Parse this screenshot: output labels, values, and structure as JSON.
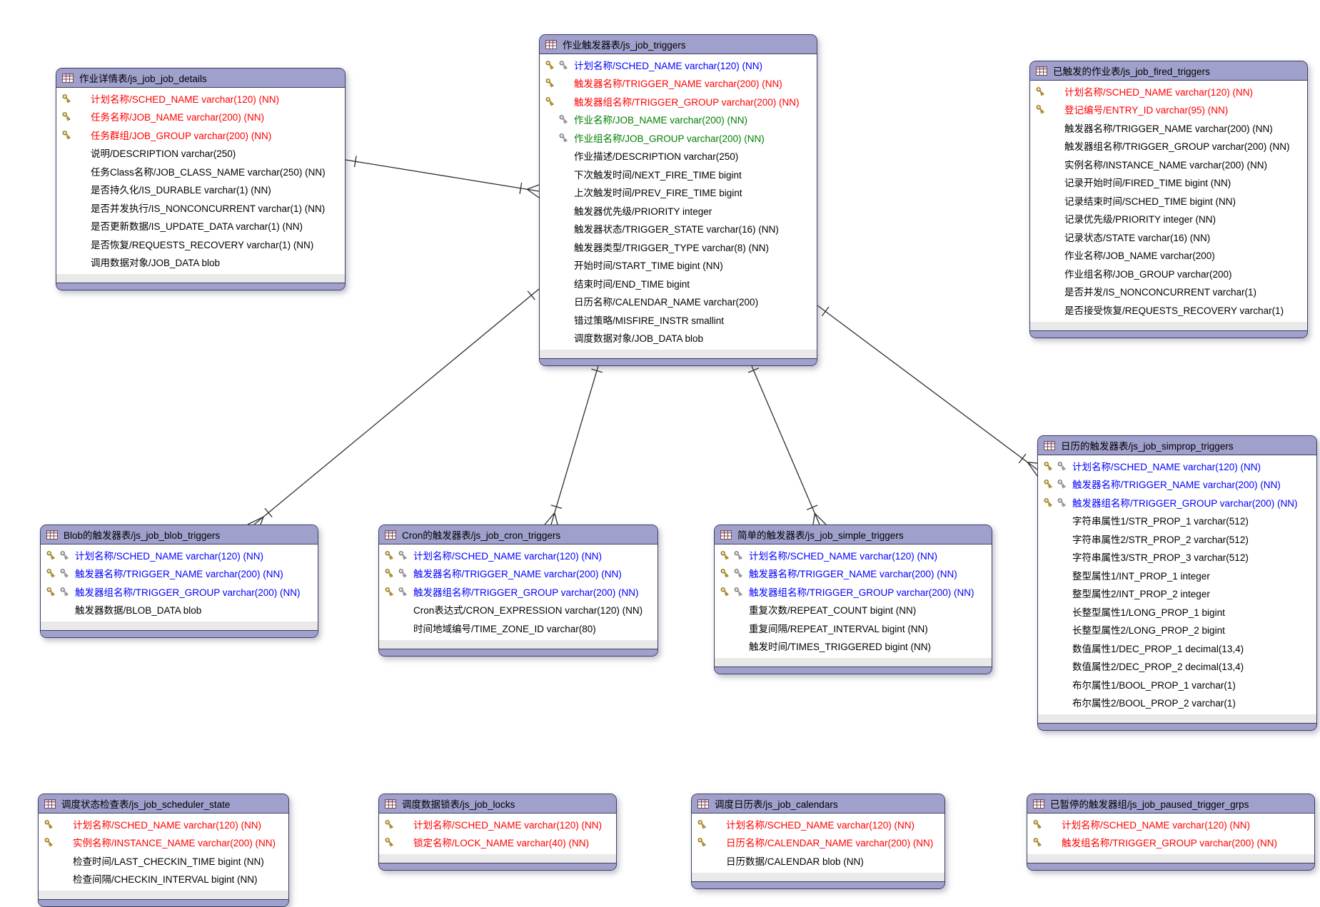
{
  "diagram": {
    "kind": "entity-relationship-diagram",
    "tables": [
      {
        "id": "js_job_job_details",
        "title": "作业详情表/js_job_job_details",
        "fields": [
          {
            "text": "计划名称/SCHED_NAME varchar(120) (NN)",
            "keys": "pk",
            "color": "red"
          },
          {
            "text": "任务名称/JOB_NAME varchar(200) (NN)",
            "keys": "pk",
            "color": "red"
          },
          {
            "text": "任务群组/JOB_GROUP varchar(200) (NN)",
            "keys": "pk",
            "color": "red"
          },
          {
            "text": "说明/DESCRIPTION varchar(250)",
            "keys": "none",
            "color": "black"
          },
          {
            "text": "任务Class名称/JOB_CLASS_NAME varchar(250) (NN)",
            "keys": "none",
            "color": "black"
          },
          {
            "text": "是否持久化/IS_DURABLE varchar(1) (NN)",
            "keys": "none",
            "color": "black"
          },
          {
            "text": "是否并发执行/IS_NONCONCURRENT varchar(1) (NN)",
            "keys": "none",
            "color": "black"
          },
          {
            "text": "是否更新数据/IS_UPDATE_DATA varchar(1) (NN)",
            "keys": "none",
            "color": "black"
          },
          {
            "text": "是否恢复/REQUESTS_RECOVERY varchar(1) (NN)",
            "keys": "none",
            "color": "black"
          },
          {
            "text": "调用数据对象/JOB_DATA blob",
            "keys": "none",
            "color": "black"
          }
        ]
      },
      {
        "id": "js_job_triggers",
        "title": "作业触发器表/js_job_triggers",
        "fields": [
          {
            "text": "计划名称/SCHED_NAME varchar(120) (NN)",
            "keys": "pkfk",
            "color": "blue"
          },
          {
            "text": "触发器名称/TRIGGER_NAME varchar(200) (NN)",
            "keys": "pk",
            "color": "red"
          },
          {
            "text": "触发器组名称/TRIGGER_GROUP varchar(200) (NN)",
            "keys": "pk",
            "color": "red"
          },
          {
            "text": "作业名称/JOB_NAME varchar(200) (NN)",
            "keys": "fk",
            "color": "green"
          },
          {
            "text": "作业组名称/JOB_GROUP varchar(200) (NN)",
            "keys": "fk",
            "color": "green"
          },
          {
            "text": "作业描述/DESCRIPTION varchar(250)",
            "keys": "none",
            "color": "black"
          },
          {
            "text": "下次触发时间/NEXT_FIRE_TIME bigint",
            "keys": "none",
            "color": "black"
          },
          {
            "text": "上次触发时间/PREV_FIRE_TIME bigint",
            "keys": "none",
            "color": "black"
          },
          {
            "text": "触发器优先级/PRIORITY integer",
            "keys": "none",
            "color": "black"
          },
          {
            "text": "触发器状态/TRIGGER_STATE varchar(16) (NN)",
            "keys": "none",
            "color": "black"
          },
          {
            "text": "触发器类型/TRIGGER_TYPE varchar(8) (NN)",
            "keys": "none",
            "color": "black"
          },
          {
            "text": "开始时间/START_TIME bigint (NN)",
            "keys": "none",
            "color": "black"
          },
          {
            "text": "结束时间/END_TIME bigint",
            "keys": "none",
            "color": "black"
          },
          {
            "text": "日历名称/CALENDAR_NAME varchar(200)",
            "keys": "none",
            "color": "black"
          },
          {
            "text": "错过策略/MISFIRE_INSTR smallint",
            "keys": "none",
            "color": "black"
          },
          {
            "text": "调度数据对象/JOB_DATA blob",
            "keys": "none",
            "color": "black"
          }
        ]
      },
      {
        "id": "js_job_fired_triggers",
        "title": "已触发的作业表/js_job_fired_triggers",
        "fields": [
          {
            "text": "计划名称/SCHED_NAME varchar(120) (NN)",
            "keys": "pk",
            "color": "red"
          },
          {
            "text": "登记编号/ENTRY_ID varchar(95) (NN)",
            "keys": "pk",
            "color": "red"
          },
          {
            "text": "触发器名称/TRIGGER_NAME varchar(200) (NN)",
            "keys": "none",
            "color": "black"
          },
          {
            "text": "触发器组名称/TRIGGER_GROUP varchar(200) (NN)",
            "keys": "none",
            "color": "black"
          },
          {
            "text": "实例名称/INSTANCE_NAME varchar(200) (NN)",
            "keys": "none",
            "color": "black"
          },
          {
            "text": "记录开始时间/FIRED_TIME bigint (NN)",
            "keys": "none",
            "color": "black"
          },
          {
            "text": "记录结束时间/SCHED_TIME bigint (NN)",
            "keys": "none",
            "color": "black"
          },
          {
            "text": "记录优先级/PRIORITY integer (NN)",
            "keys": "none",
            "color": "black"
          },
          {
            "text": "记录状态/STATE varchar(16) (NN)",
            "keys": "none",
            "color": "black"
          },
          {
            "text": "作业名称/JOB_NAME varchar(200)",
            "keys": "none",
            "color": "black"
          },
          {
            "text": "作业组名称/JOB_GROUP varchar(200)",
            "keys": "none",
            "color": "black"
          },
          {
            "text": "是否并发/IS_NONCONCURRENT varchar(1)",
            "keys": "none",
            "color": "black"
          },
          {
            "text": "是否接受恢复/REQUESTS_RECOVERY varchar(1)",
            "keys": "none",
            "color": "black"
          }
        ]
      },
      {
        "id": "js_job_simprop_triggers",
        "title": "日历的触发器表/js_job_simprop_triggers",
        "fields": [
          {
            "text": "计划名称/SCHED_NAME varchar(120) (NN)",
            "keys": "pkfk",
            "color": "blue"
          },
          {
            "text": "触发器名称/TRIGGER_NAME varchar(200) (NN)",
            "keys": "pkfk",
            "color": "blue"
          },
          {
            "text": "触发器组名称/TRIGGER_GROUP varchar(200) (NN)",
            "keys": "pkfk",
            "color": "blue"
          },
          {
            "text": "字符串属性1/STR_PROP_1 varchar(512)",
            "keys": "none",
            "color": "black"
          },
          {
            "text": "字符串属性2/STR_PROP_2 varchar(512)",
            "keys": "none",
            "color": "black"
          },
          {
            "text": "字符串属性3/STR_PROP_3 varchar(512)",
            "keys": "none",
            "color": "black"
          },
          {
            "text": "整型属性1/INT_PROP_1 integer",
            "keys": "none",
            "color": "black"
          },
          {
            "text": "整型属性2/INT_PROP_2 integer",
            "keys": "none",
            "color": "black"
          },
          {
            "text": "长整型属性1/LONG_PROP_1 bigint",
            "keys": "none",
            "color": "black"
          },
          {
            "text": "长整型属性2/LONG_PROP_2 bigint",
            "keys": "none",
            "color": "black"
          },
          {
            "text": "数值属性1/DEC_PROP_1 decimal(13,4)",
            "keys": "none",
            "color": "black"
          },
          {
            "text": "数值属性2/DEC_PROP_2 decimal(13,4)",
            "keys": "none",
            "color": "black"
          },
          {
            "text": "布尔属性1/BOOL_PROP_1 varchar(1)",
            "keys": "none",
            "color": "black"
          },
          {
            "text": "布尔属性2/BOOL_PROP_2 varchar(1)",
            "keys": "none",
            "color": "black"
          }
        ]
      },
      {
        "id": "js_job_blob_triggers",
        "title": "Blob的触发器表/js_job_blob_triggers",
        "fields": [
          {
            "text": "计划名称/SCHED_NAME varchar(120) (NN)",
            "keys": "pkfk",
            "color": "blue"
          },
          {
            "text": "触发器名称/TRIGGER_NAME varchar(200) (NN)",
            "keys": "pkfk",
            "color": "blue"
          },
          {
            "text": "触发器组名称/TRIGGER_GROUP varchar(200) (NN)",
            "keys": "pkfk",
            "color": "blue"
          },
          {
            "text": "触发器数据/BLOB_DATA blob",
            "keys": "none",
            "color": "black"
          }
        ]
      },
      {
        "id": "js_job_cron_triggers",
        "title": "Cron的触发器表/js_job_cron_triggers",
        "fields": [
          {
            "text": "计划名称/SCHED_NAME varchar(120) (NN)",
            "keys": "pkfk",
            "color": "blue"
          },
          {
            "text": "触发器名称/TRIGGER_NAME varchar(200) (NN)",
            "keys": "pkfk",
            "color": "blue"
          },
          {
            "text": "触发器组名称/TRIGGER_GROUP varchar(200) (NN)",
            "keys": "pkfk",
            "color": "blue"
          },
          {
            "text": "Cron表达式/CRON_EXPRESSION varchar(120) (NN)",
            "keys": "none",
            "color": "black"
          },
          {
            "text": "时间地域编号/TIME_ZONE_ID varchar(80)",
            "keys": "none",
            "color": "black"
          }
        ]
      },
      {
        "id": "js_job_simple_triggers",
        "title": "简单的触发器表/js_job_simple_triggers",
        "fields": [
          {
            "text": "计划名称/SCHED_NAME varchar(120) (NN)",
            "keys": "pkfk",
            "color": "blue"
          },
          {
            "text": "触发器名称/TRIGGER_NAME varchar(200) (NN)",
            "keys": "pkfk",
            "color": "blue"
          },
          {
            "text": "触发器组名称/TRIGGER_GROUP varchar(200) (NN)",
            "keys": "pkfk",
            "color": "blue"
          },
          {
            "text": "重复次数/REPEAT_COUNT bigint (NN)",
            "keys": "none",
            "color": "black"
          },
          {
            "text": "重复间隔/REPEAT_INTERVAL bigint (NN)",
            "keys": "none",
            "color": "black"
          },
          {
            "text": "触发时间/TIMES_TRIGGERED bigint (NN)",
            "keys": "none",
            "color": "black"
          }
        ]
      },
      {
        "id": "js_job_scheduler_state",
        "title": "调度状态检查表/js_job_scheduler_state",
        "fields": [
          {
            "text": "计划名称/SCHED_NAME varchar(120) (NN)",
            "keys": "pk",
            "color": "red"
          },
          {
            "text": "实例名称/INSTANCE_NAME varchar(200) (NN)",
            "keys": "pk",
            "color": "red"
          },
          {
            "text": "检查时间/LAST_CHECKIN_TIME bigint (NN)",
            "keys": "none",
            "color": "black"
          },
          {
            "text": "检查间隔/CHECKIN_INTERVAL bigint (NN)",
            "keys": "none",
            "color": "black"
          }
        ]
      },
      {
        "id": "js_job_locks",
        "title": "调度数据锁表/js_job_locks",
        "fields": [
          {
            "text": "计划名称/SCHED_NAME varchar(120) (NN)",
            "keys": "pk",
            "color": "red"
          },
          {
            "text": "锁定名称/LOCK_NAME varchar(40) (NN)",
            "keys": "pk",
            "color": "red"
          }
        ]
      },
      {
        "id": "js_job_calendars",
        "title": "调度日历表/js_job_calendars",
        "fields": [
          {
            "text": "计划名称/SCHED_NAME varchar(120) (NN)",
            "keys": "pk",
            "color": "red"
          },
          {
            "text": "日历名称/CALENDAR_NAME varchar(200) (NN)",
            "keys": "pk",
            "color": "red"
          },
          {
            "text": "日历数据/CALENDAR blob (NN)",
            "keys": "none",
            "color": "black"
          }
        ]
      },
      {
        "id": "js_job_paused_trigger_grps",
        "title": "已暂停的触发器组/js_job_paused_trigger_grps",
        "fields": [
          {
            "text": "计划名称/SCHED_NAME varchar(120) (NN)",
            "keys": "pk",
            "color": "red"
          },
          {
            "text": "触发组名称/TRIGGER_GROUP varchar(200) (NN)",
            "keys": "pk",
            "color": "red"
          }
        ]
      }
    ],
    "relations": [
      {
        "from": "js_job_job_details",
        "to": "js_job_triggers",
        "cardinality": "1:n"
      },
      {
        "from": "js_job_triggers",
        "to": "js_job_blob_triggers",
        "cardinality": "1:n"
      },
      {
        "from": "js_job_triggers",
        "to": "js_job_cron_triggers",
        "cardinality": "1:n"
      },
      {
        "from": "js_job_triggers",
        "to": "js_job_simple_triggers",
        "cardinality": "1:n"
      },
      {
        "from": "js_job_triggers",
        "to": "js_job_simprop_triggers",
        "cardinality": "1:n"
      }
    ],
    "icons": {
      "table": "table-grid-icon",
      "primary_key": "gold-key-icon",
      "foreign_key": "silver-key-icon"
    },
    "colors": {
      "header_fill": "#a0a0cd",
      "border": "#3c3c5e",
      "footer_gray": "#e9e9e9",
      "pk_text": "#ff0000",
      "pk_fk_text": "#0000ff",
      "fk_text": "#008000",
      "normal_text": "#000000",
      "relation_line": "#2e2e2e",
      "gold_key": "#c9a227",
      "silver_key": "#bbbbbb"
    }
  }
}
